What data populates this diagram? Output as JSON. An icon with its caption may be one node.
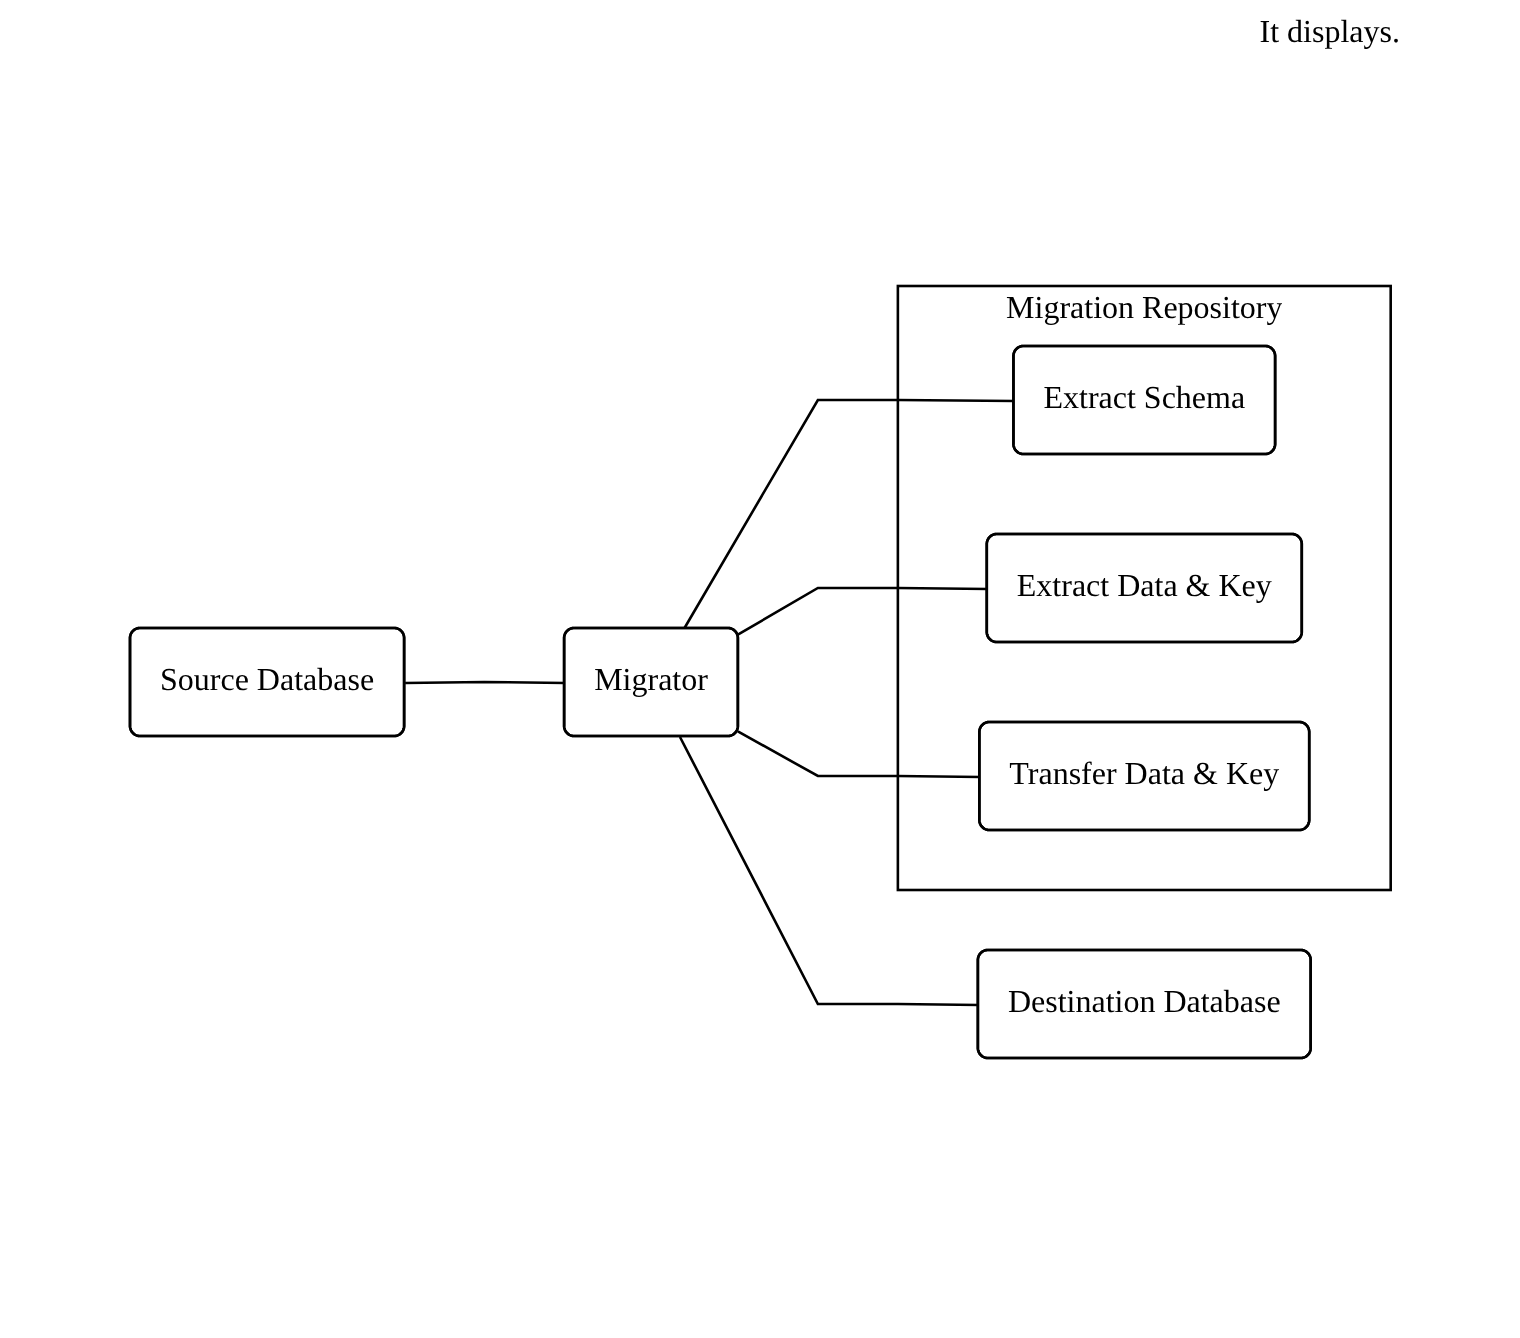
{
  "diagram": {
    "nodes": [
      {
        "text": [
          "Source Database"
        ]
      },
      {
        "text": [
          "Migrator"
        ]
      },
      {
        "text": [
          "Destination Database"
        ]
      },
      {
        "text": [
          "Migration Repository"
        ]
      },
      {
        "text": [
          "Extract Schema"
        ],
        "in": 3
      },
      {
        "text": [
          "Extract Data & Key"
        ],
        "in": 3
      },
      {
        "text": [
          "Transfer Data & Key"
        ],
        "in": 3
      }
    ],
    "edges": [
      {
        "from": 0,
        "to": 1,
        "arrow": "none"
      },
      {
        "from": 1,
        "to": 2,
        "arrow": "none"
      },
      {
        "from": 1,
        "to": 4,
        "arrow": "none"
      },
      {
        "from": 1,
        "to": 5,
        "arrow": "none"
      },
      {
        "from": 1,
        "to": 6,
        "arrow": "none"
      }
    ],
    "labels": [
      "It displays."
    ]
  }
}
